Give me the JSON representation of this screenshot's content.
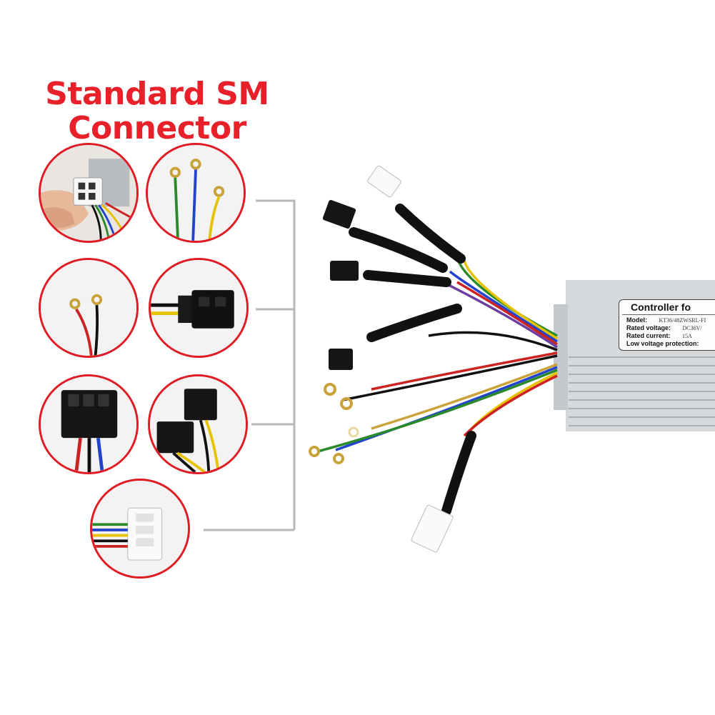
{
  "headline": {
    "line1": "Standard SM",
    "line2": "Connector"
  },
  "colors": {
    "accent": "#e01b24",
    "bracket": "#b8b8b8"
  },
  "controller_label": {
    "title": "Controller fo",
    "rows": [
      {
        "key": "Model:",
        "value": "KT36/48ZWSRL-FI"
      },
      {
        "key": "Rated voltage:",
        "value": "DC36V/"
      },
      {
        "key": "Rated current:",
        "value": "15A"
      },
      {
        "key": "Low voltage protection:",
        "value": ""
      }
    ]
  },
  "callouts": [
    {
      "icon": "connector-6pin-hand-icon"
    },
    {
      "icon": "ring-terminals-three-wire-icon"
    },
    {
      "icon": "ring-terminals-two-wire-icon"
    },
    {
      "icon": "sm-connector-2pin-icon"
    },
    {
      "icon": "sm-connector-3pin-icon"
    },
    {
      "icon": "sm-connector-pair-icon"
    },
    {
      "icon": "white-connector-5pin-icon"
    }
  ]
}
